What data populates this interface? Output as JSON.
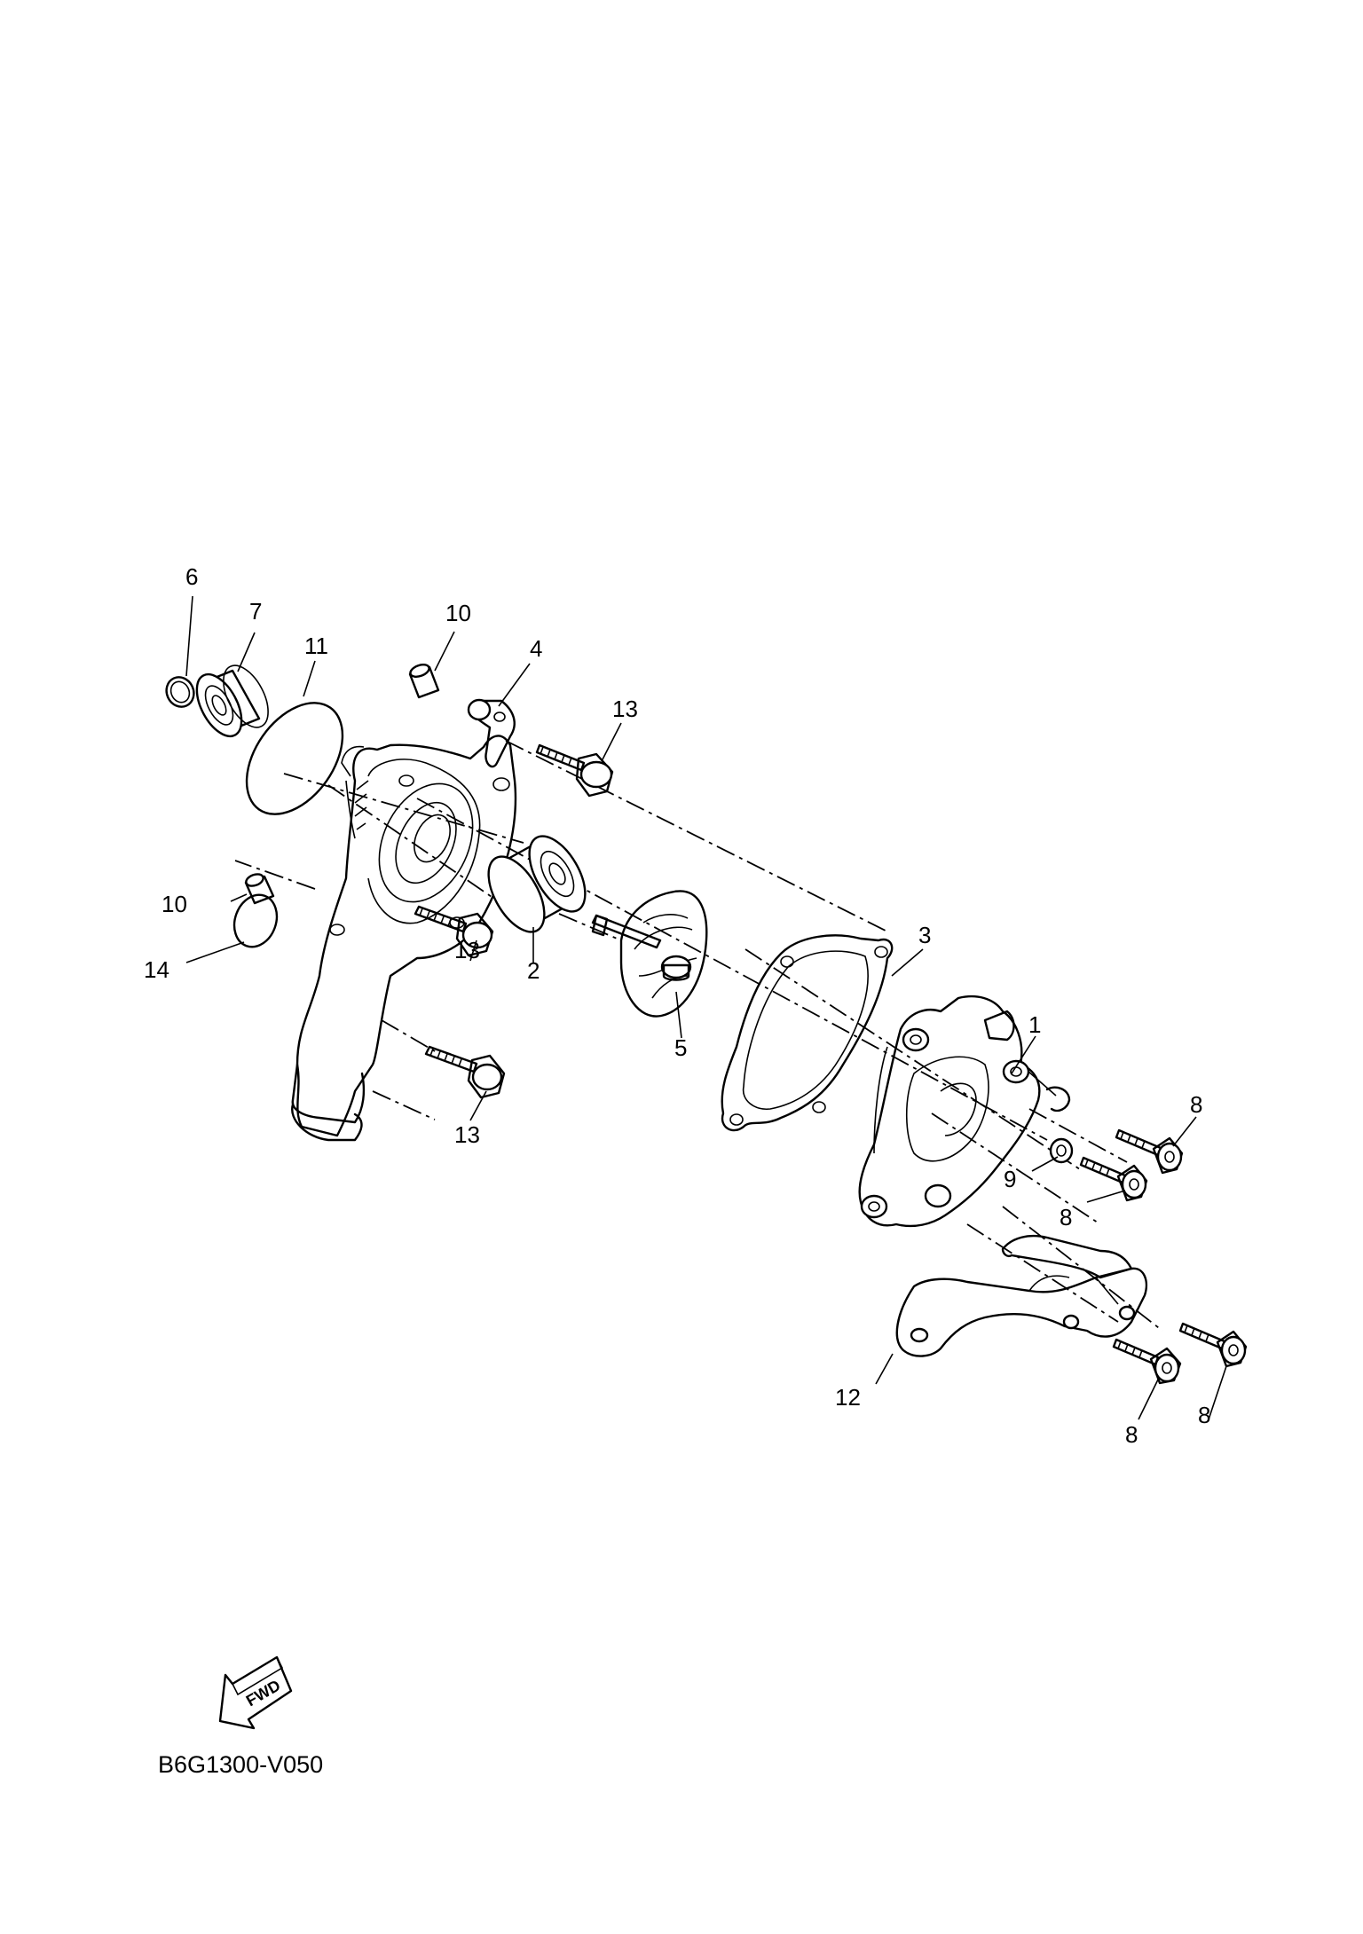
{
  "callouts": {
    "c6": "6",
    "c7": "7",
    "c11": "11",
    "c10_top": "10",
    "c4": "4",
    "c13_top": "13",
    "c10_mid": "10",
    "c14": "14",
    "c13_mid": "13",
    "c2": "2",
    "c5": "5",
    "c13_bot": "13",
    "c3": "3",
    "c1": "1",
    "c8_a": "8",
    "c9": "9",
    "c8_b": "8",
    "c12": "12",
    "c8_c": "8",
    "c8_d": "8"
  },
  "direction_badge": "FWD",
  "drawing_code": "B6G1300-V050"
}
